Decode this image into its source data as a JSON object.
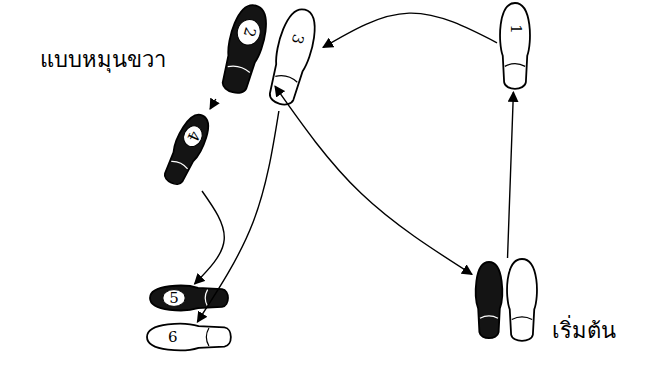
{
  "diagram": {
    "title": "แบบหมุนขวา",
    "nodes": [
      {
        "text": [
          "1"
        ]
      },
      {
        "text": [
          "2"
        ]
      },
      {
        "text": [
          "3"
        ]
      },
      {
        "text": [
          "4"
        ]
      },
      {
        "text": [
          "5"
        ]
      },
      {
        "text": [
          "6"
        ]
      },
      {
        "text": [
          "เริ่มต้น"
        ]
      }
    ],
    "edges": [
      {
        "from": 6,
        "to": 0,
        "arrow": "to"
      },
      {
        "from": 0,
        "to": 2,
        "arrow": "to"
      },
      {
        "from": 6,
        "to": 1,
        "arrow": "both"
      },
      {
        "from": 1,
        "to": 3,
        "arrow": "to"
      },
      {
        "from": 3,
        "to": 4,
        "arrow": "to"
      },
      {
        "from": 2,
        "to": 5,
        "arrow": "to"
      }
    ]
  }
}
